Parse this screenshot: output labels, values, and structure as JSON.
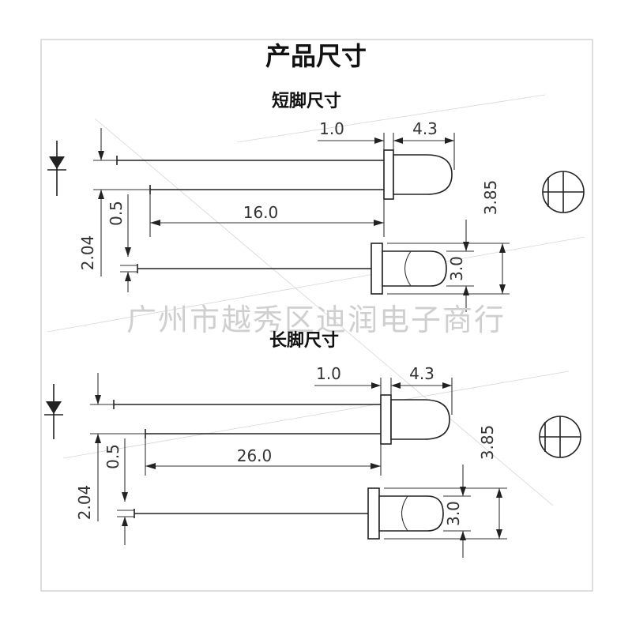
{
  "title": "产品尺寸",
  "watermark": "广州市越秀区迪润电子商行",
  "sections": {
    "short": {
      "label": "短脚尺寸",
      "dims": {
        "top_left": "1.0",
        "top_right": "4.3",
        "lead": "16.0",
        "pitch": "0.5",
        "spacing": "2.04",
        "diameter": "3.85",
        "lens": "3.0"
      }
    },
    "long": {
      "label": "长脚尺寸",
      "dims": {
        "top_left": "1.0",
        "top_right": "4.3",
        "lead": "26.0",
        "pitch": "0.5",
        "spacing": "2.04",
        "diameter": "3.85",
        "lens": "3.0"
      }
    }
  }
}
